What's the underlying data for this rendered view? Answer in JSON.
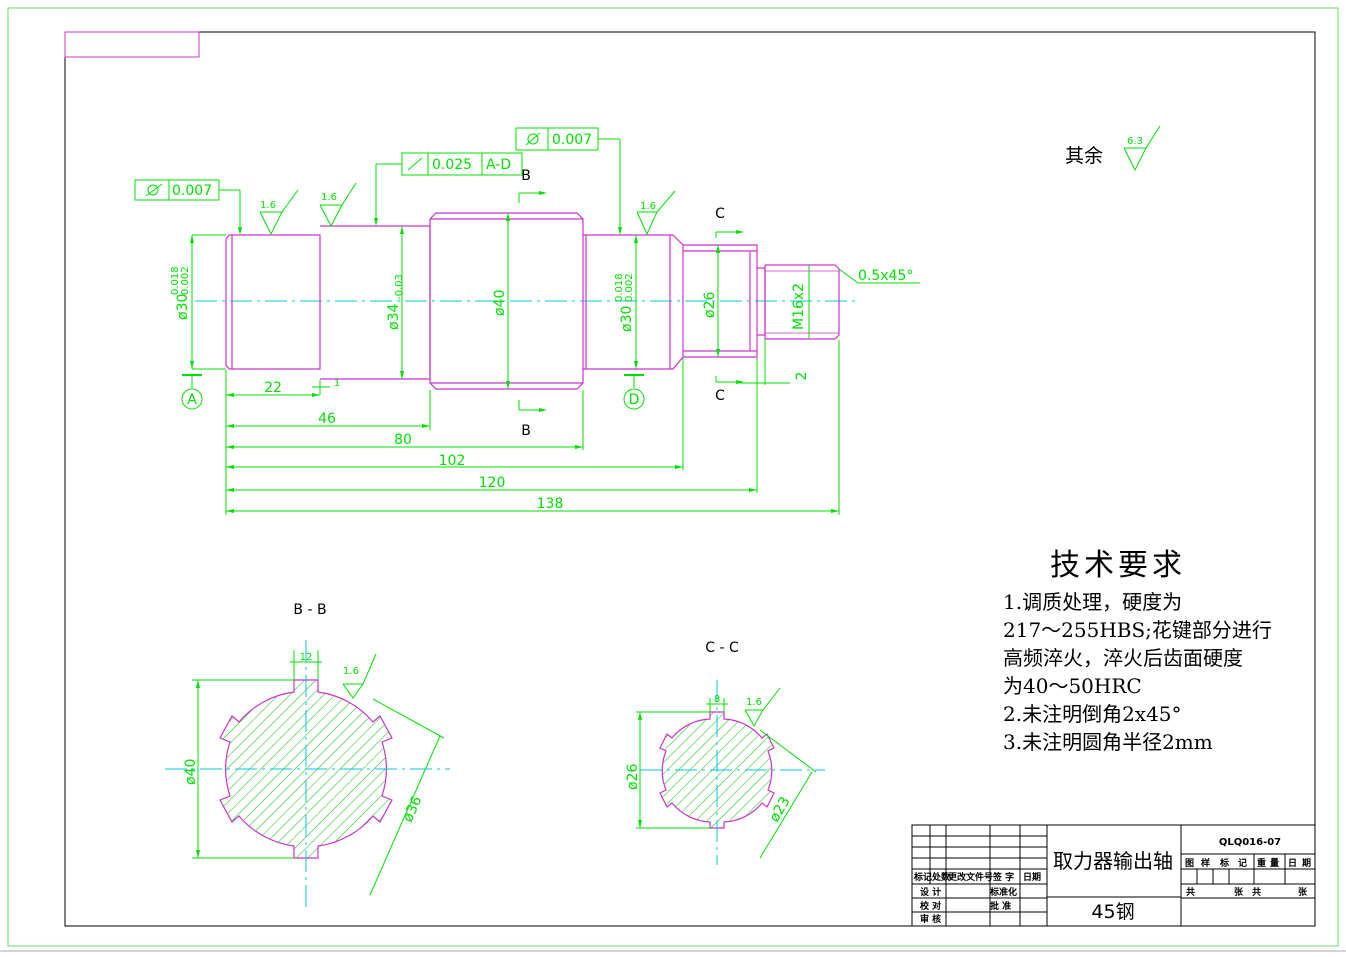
{
  "drawing": {
    "title": "取力器输出轴",
    "material": "45钢",
    "drawing_number": "QLQ016-07",
    "rest_roughness_label": "其余",
    "rest_roughness_value": "6.3"
  },
  "tech_requirements": {
    "title": "技术要求",
    "lines": [
      "1.调质处理，硬度为",
      "217～255HBS;花键部分进行",
      "高频淬火，淬火后齿面硬度",
      "为40～50HRC",
      "2.未注明倒角2x45°",
      "3.未注明圆角半径2mm"
    ]
  },
  "tolerances": {
    "runout_1": "0.007",
    "runout_2": "0.025",
    "runout_2_datum": "A-D",
    "runout_3": "0.007",
    "chamfer": "0.5x45°"
  },
  "roughness": {
    "r1": "1.6",
    "r2": "1.6",
    "r3": "1.6",
    "r4": "1.6",
    "r5": "1.6"
  },
  "diameters": {
    "d30a": "ø30",
    "d30a_tol_up": "0.018",
    "d30a_tol_lo": "0.002",
    "d34": "ø34",
    "d34_tol": "-0.03",
    "d40": "ø40",
    "d30b": "ø30",
    "d30b_tol_up": "0.018",
    "d30b_tol_lo": "0.002",
    "d26": "ø26",
    "thread": "M16x2"
  },
  "lengths": {
    "l22": "22",
    "l1": "1",
    "l46": "46",
    "l80": "80",
    "l102": "102",
    "l120": "120",
    "l138": "138",
    "l2": "2"
  },
  "datums": {
    "a": "A",
    "d": "D"
  },
  "sections": {
    "bb_label": "B - B",
    "b_mark": "B",
    "bb_d40": "ø40",
    "bb_d36": "ø36",
    "bb_width": "12",
    "bb_rough": "1.6",
    "cc_label": "C - C",
    "c_mark": "C",
    "cc_d26": "ø26",
    "cc_d23": "ø23",
    "cc_width": "8",
    "cc_rough": "1.6"
  },
  "title_block": {
    "row_headers": [
      "标记",
      "处数",
      "更改文件号",
      "签 字",
      "日期"
    ],
    "design": "设 计",
    "check": "校 对",
    "review": "审 核",
    "standard": "标准化",
    "approve": "批 准",
    "right_headers": [
      "图",
      "样",
      "标",
      "记",
      "重",
      "量",
      "日",
      "期"
    ],
    "sheet_total": "共",
    "sheet_unit1": "张",
    "sheet_of": "共",
    "sheet_unit2": "张"
  },
  "colors": {
    "outline": "#cc33cc",
    "dimension": "#00e000",
    "centerline": "#00c8e0",
    "hatch": "#00c800",
    "frame": "#000000"
  }
}
